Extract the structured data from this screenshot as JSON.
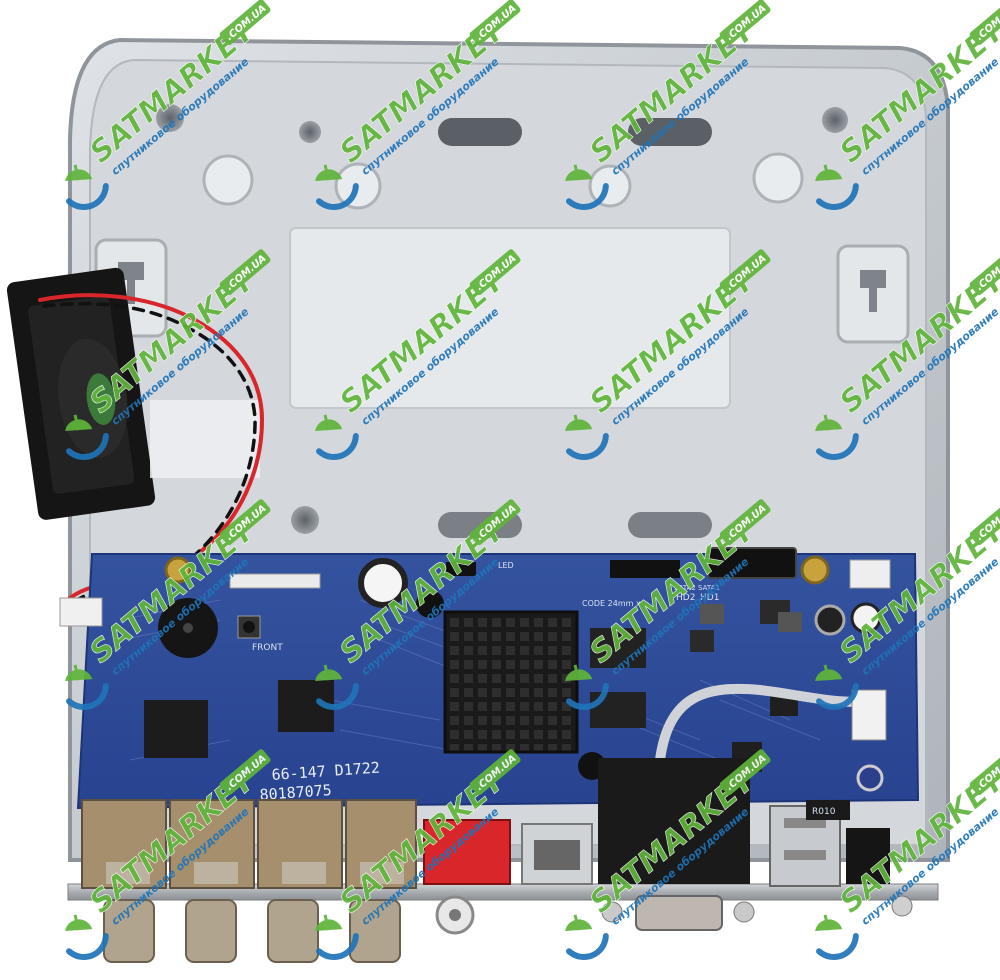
{
  "watermark": {
    "brand": "SATMARKET",
    "domain": ".COM.UA",
    "tagline": "спутниковое оборудование"
  },
  "pcb_markings": {
    "model": "66-147  D1722",
    "serial": "80187075",
    "front": "FRONT",
    "code": "CODE 24mm x",
    "led": "LED",
    "hd2": "HD2",
    "hd1": "HD1",
    "sata2": "SATA2",
    "sata1": "SATA1",
    "r010": "R010"
  },
  "colors": {
    "pcb": "#2c4a9e",
    "chassis": "#c9cdd2",
    "watermark_green": "#5fb53a",
    "watermark_blue": "#1f74b8"
  }
}
